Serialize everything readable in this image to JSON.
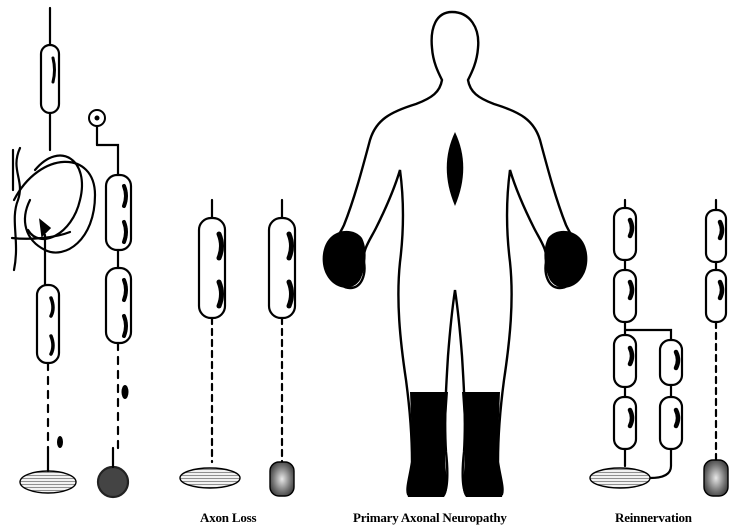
{
  "captions": {
    "axon_loss": "Axon Loss",
    "primary_axonal_neuropathy": "Primary Axonal Neuropathy",
    "reinnervation": "Reinnervation"
  }
}
